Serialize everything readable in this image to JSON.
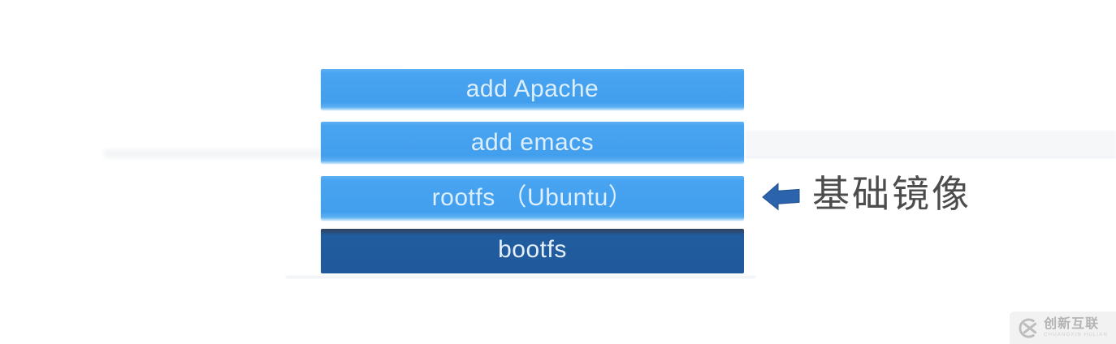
{
  "diagram": {
    "layers": [
      {
        "label": "add Apache",
        "kind": "light"
      },
      {
        "label": "add emacs",
        "kind": "light"
      },
      {
        "label": "rootfs （Ubuntu）",
        "kind": "light"
      },
      {
        "label": "bootfs",
        "kind": "dark"
      }
    ],
    "annotation": {
      "label": "基础镜像",
      "icon": "arrow-left-icon"
    },
    "colors": {
      "layer_light": "#47a3ef",
      "layer_dark": "#215c9e",
      "layer_text": "#e3f1fd",
      "arrow": "#2b63ac",
      "annotation_text": "#4c4c4c"
    }
  },
  "watermark": {
    "brand": "创新互联",
    "subtext": "CHUANGXIN HULIAN",
    "icon": "cx-logo-icon",
    "color": "#b3b3b3"
  }
}
